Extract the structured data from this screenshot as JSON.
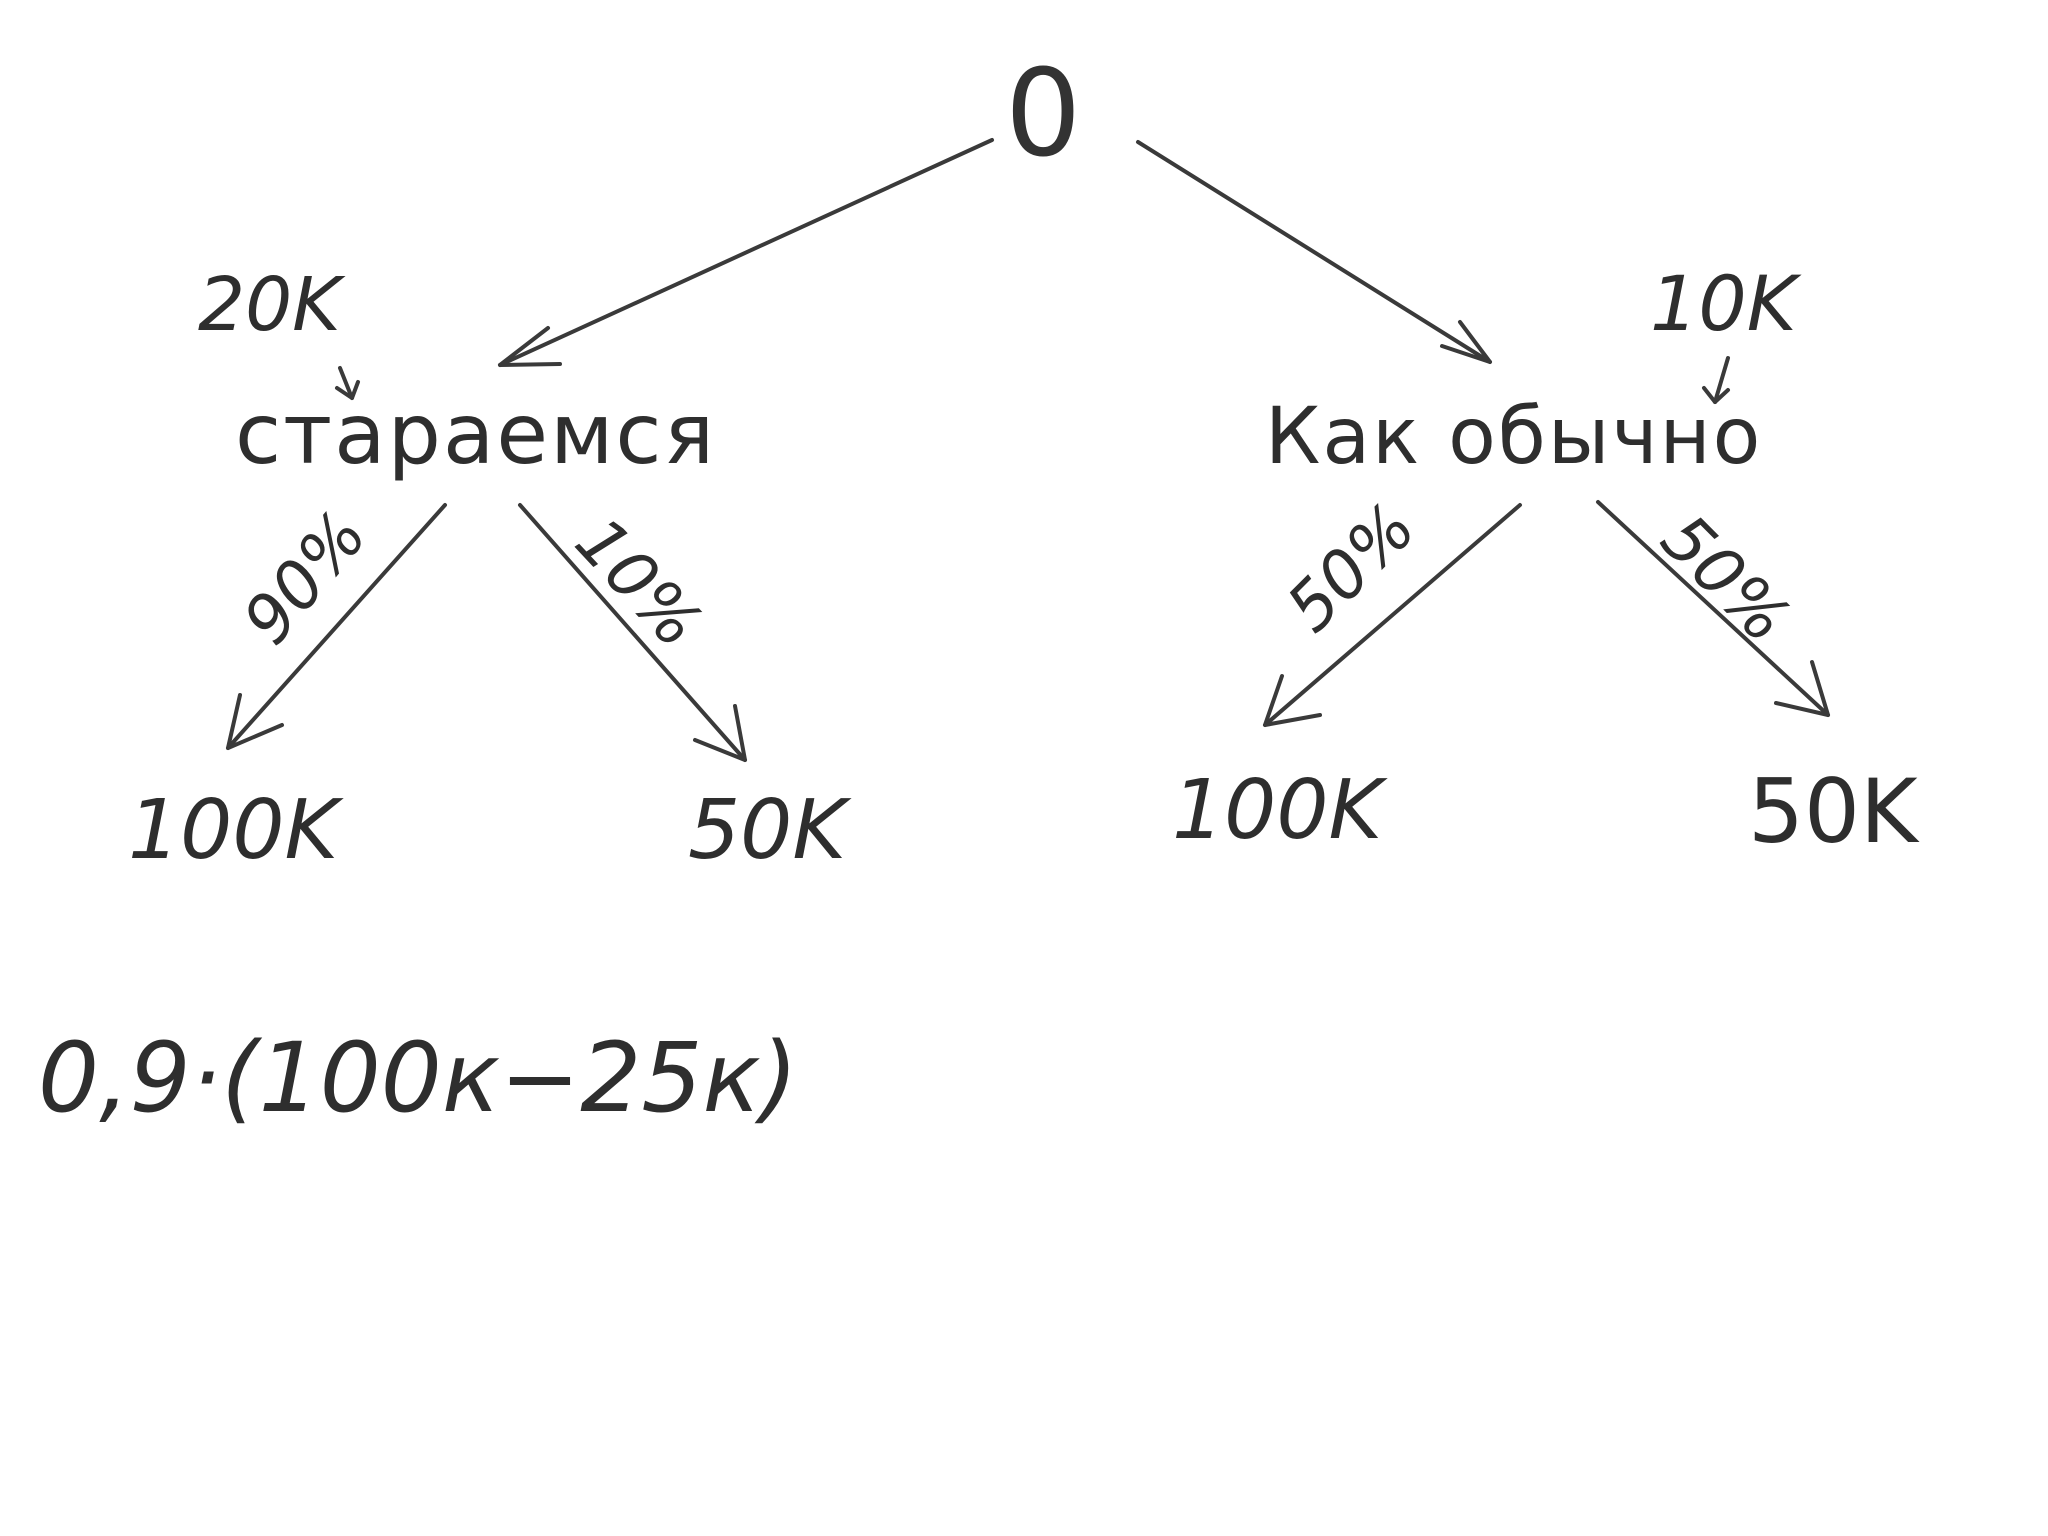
{
  "tree": {
    "root": {
      "label": "0"
    },
    "options": [
      {
        "cost": "20K",
        "label": "стараемся"
      },
      {
        "cost": "10K",
        "label": "Как обычно"
      }
    ],
    "probabilities": [
      "90%",
      "10%",
      "50%",
      "50%"
    ],
    "outcomes": [
      "100K",
      "50K",
      "100K",
      "50K"
    ]
  },
  "formula": "0,9·(100к−25к)",
  "colors": {
    "ink": "#333333",
    "background": "#ffffff"
  }
}
